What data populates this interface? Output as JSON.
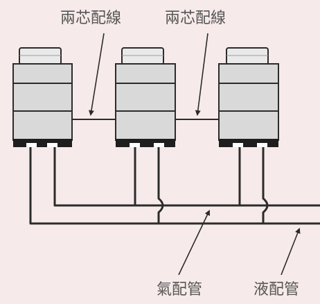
{
  "labels": {
    "wiring_left": "兩芯配線",
    "wiring_right": "兩芯配線",
    "gas_pipe": "氣配管",
    "liquid_pipe": "液配管"
  },
  "units": [
    "outdoor-unit-1",
    "outdoor-unit-2",
    "outdoor-unit-3"
  ],
  "colors": {
    "background": "#f7eaea",
    "unit_body": "#d9d9d9",
    "unit_top": "#e9e9e9",
    "unit_base": "#1e1e1e",
    "line": "#2b2b2b",
    "text": "#555555"
  }
}
